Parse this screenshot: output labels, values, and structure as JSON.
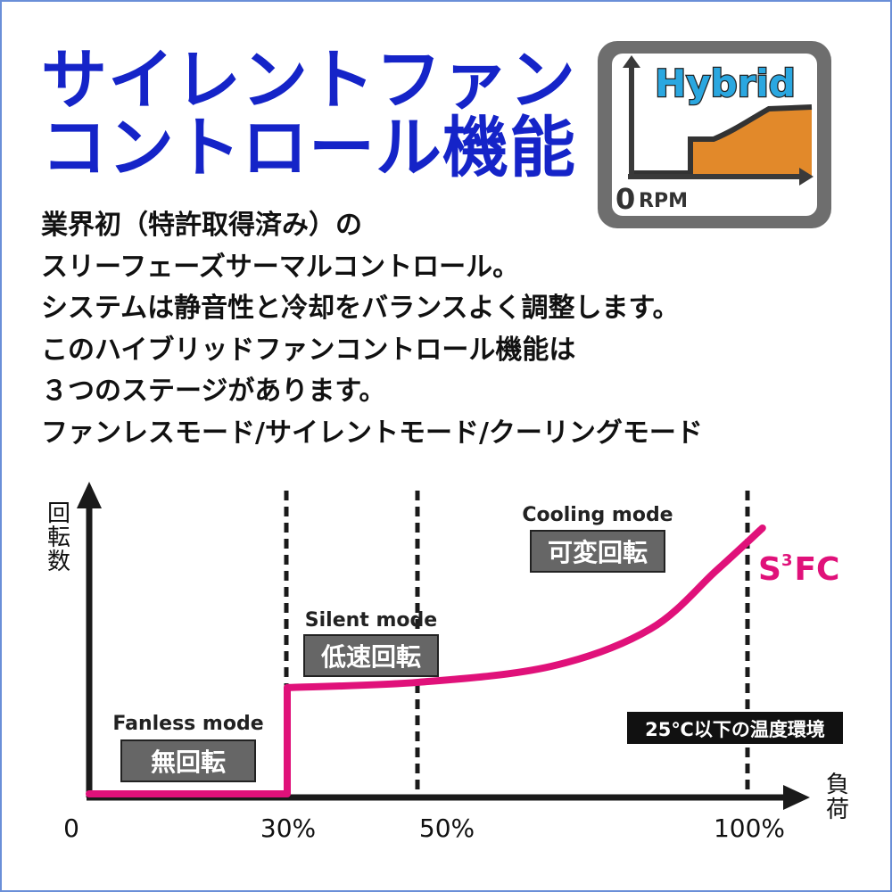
{
  "title": {
    "lines": [
      "サイレントファン",
      "コントロール機能"
    ]
  },
  "description": {
    "lines": [
      "業界初（特許取得済み）の",
      "スリーフェーズサーマルコントロール。",
      "システムは静音性と冷却をバランスよく調整します。",
      "このハイブリッドファンコントロール機能は",
      "３つのステージがあります。",
      "ファンレスモード/サイレントモード/クーリングモード"
    ]
  },
  "logo": {
    "word": "Hybrid",
    "zero": "0",
    "rpm": "RPM",
    "colors": {
      "frame": "#6e6e6e",
      "fill": "#e2892a",
      "word": "#2aa7e0"
    }
  },
  "chart_data": {
    "type": "line",
    "y_axis_label": [
      "回",
      "転",
      "数"
    ],
    "x_axis_label": [
      "負",
      "荷"
    ],
    "x_ticks": [
      "0",
      "30%",
      "50%",
      "100%"
    ],
    "dividers_at_percent": [
      30,
      50,
      100
    ],
    "modes": [
      {
        "name": "Fanless mode",
        "badge": "無回転"
      },
      {
        "name": "Silent mode",
        "badge": "低速回転"
      },
      {
        "name": "Cooling mode",
        "badge": "可変回転"
      }
    ],
    "series": [
      {
        "name": "S³FC",
        "label_base": "S",
        "label_sup": "3",
        "label_end": "FC",
        "color": "#e0117a",
        "points": [
          {
            "load_pct": 0,
            "rpm": 0
          },
          {
            "load_pct": 30,
            "rpm": 0
          },
          {
            "load_pct": 30,
            "rpm": 0.4
          },
          {
            "load_pct": 50,
            "rpm": 0.42
          },
          {
            "load_pct": 70,
            "rpm": 0.48
          },
          {
            "load_pct": 85,
            "rpm": 0.62
          },
          {
            "load_pct": 95,
            "rpm": 0.84
          },
          {
            "load_pct": 102,
            "rpm": 1.0
          }
        ]
      }
    ],
    "condition_label": "25℃以下の温度環境",
    "colors": {
      "badge_bg": "#666666",
      "axis": "#1a1a1a"
    }
  }
}
